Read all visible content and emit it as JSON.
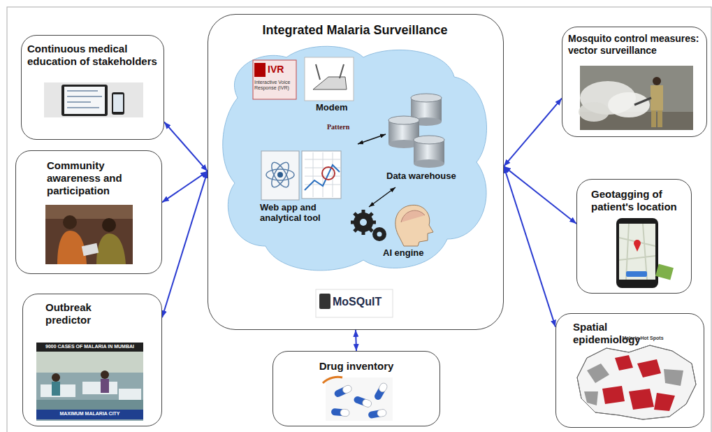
{
  "diagram": {
    "nodes": [
      {
        "text": [
          "Integrated Malaria Surveillance"
        ]
      },
      {
        "text": [
          "Continuous medical education of stakeholders"
        ]
      },
      {
        "text": [
          "Community awareness and participation"
        ]
      },
      {
        "text": [
          "Outbreak predictor"
        ]
      },
      {
        "text": [
          "Drug inventory"
        ]
      },
      {
        "text": [
          "Mosquito control measures: vector surveillance"
        ]
      },
      {
        "text": [
          "Geotagging of patient's location"
        ]
      },
      {
        "text": [
          "Spatial epidemiology"
        ]
      }
    ],
    "edges": [
      {
        "from": 0,
        "to": 1,
        "arrow": "both"
      },
      {
        "from": 0,
        "to": 2,
        "arrow": "both"
      },
      {
        "from": 0,
        "to": 3,
        "arrow": "both"
      },
      {
        "from": 0,
        "to": 4,
        "arrow": "both"
      },
      {
        "from": 0,
        "to": 5,
        "arrow": "both"
      },
      {
        "from": 0,
        "to": 6,
        "arrow": "both"
      },
      {
        "from": 0,
        "to": 7,
        "arrow": "both"
      }
    ],
    "labels": [
      "IVR",
      "Interactive Voice Response (IVR)",
      "Modem",
      "Pattern",
      "Data warehouse",
      "Web app and analytical tool",
      "AI engine",
      "MoSQuIT",
      "9000 CASES OF MALARIA IN MUMBAI",
      "MAXIMUM MALARIA CITY",
      "Malaria Hot Spots"
    ]
  }
}
